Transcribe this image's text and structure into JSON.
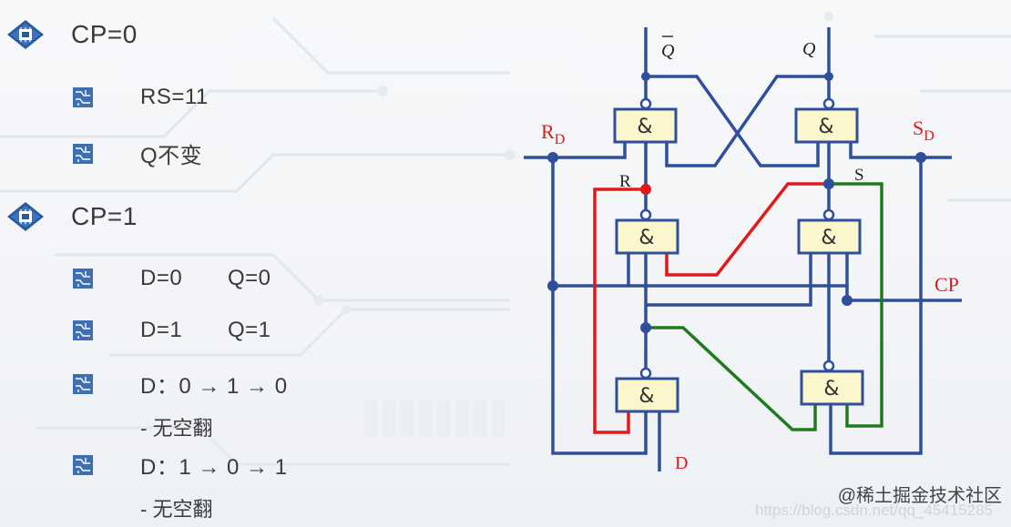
{
  "left_panel": {
    "sections": [
      {
        "heading": "CP=0",
        "items": [
          {
            "a": "RS=11",
            "b": ""
          },
          {
            "a": "Q不变",
            "b": ""
          }
        ]
      },
      {
        "heading": "CP=1",
        "items": [
          {
            "a": "D=0",
            "b": "Q=0"
          },
          {
            "a": "D=1",
            "b": "Q=1"
          },
          {
            "a": "D：0 → 1 → 0",
            "b": ""
          },
          {
            "a": "D：1 → 0 → 1",
            "b": ""
          }
        ],
        "subnotes": [
          "- 无空翻",
          "- 无空翻"
        ]
      }
    ]
  },
  "diagram": {
    "gate_symbol": "&",
    "labels": {
      "qbar": "Q",
      "q": "Q",
      "rd_main": "R",
      "rd_sub": "D",
      "sd_main": "S",
      "sd_sub": "D",
      "r_node": "R",
      "s_node": "S",
      "cp": "CP",
      "d": "D"
    },
    "colors": {
      "wire_blue": "#2f4f9a",
      "wire_red": "#e01a1a",
      "wire_green": "#1f7a1f",
      "gate_fill": "#fbf6cc",
      "label_red": "#d61e1e"
    }
  },
  "watermark": {
    "brand": "@稀土掘金技术社区",
    "url": "https://blog.csdn.net/qq_45415285"
  }
}
